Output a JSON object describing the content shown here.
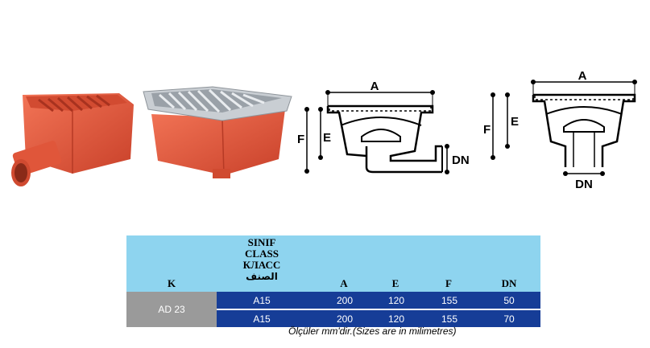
{
  "diagram": {
    "label_a": "A",
    "label_e": "E",
    "label_f": "F",
    "label_dn": "DN"
  },
  "table": {
    "headers": {
      "k": "K",
      "class_lines": [
        "SINIF",
        "CLASS",
        "КЛАСС",
        "الصنف"
      ],
      "a": "A",
      "e": "E",
      "f": "F",
      "dn": "DN"
    },
    "model": "AD 23",
    "rows": [
      {
        "class": "A15",
        "a": "200",
        "e": "120",
        "f": "155",
        "dn": "50"
      },
      {
        "class": "A15",
        "a": "200",
        "e": "120",
        "f": "155",
        "dn": "70"
      }
    ]
  },
  "note": "Ölçüler mm'dir.(Sizes are in milimetres)",
  "colors": {
    "header_bg": "#8ed4ef",
    "row_bg": "#163d97",
    "model_bg": "#9a9a9a",
    "body_red": "#e05a3a"
  }
}
